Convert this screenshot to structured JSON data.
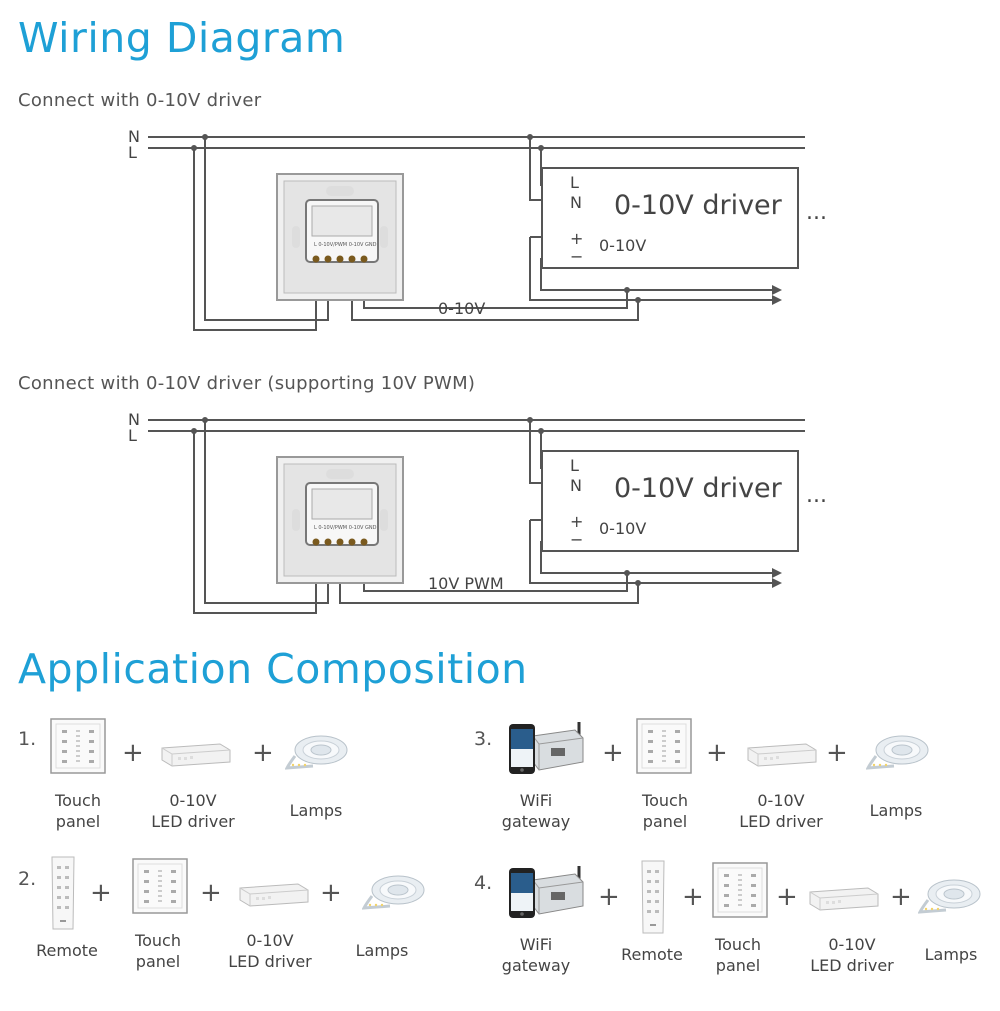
{
  "wiring": {
    "title": "Wiring Diagram",
    "diagrams": [
      {
        "subtitle": "Connect with 0-10V driver",
        "line_n": "N",
        "line_l": "L",
        "driver_label": "0-10V driver",
        "driver_l": "L",
        "driver_n": "N",
        "driver_plus": "+",
        "driver_minus": "−",
        "driver_signal": "0-10V",
        "ellipsis": "...",
        "wire_label": "0-10V",
        "panel_terminals": "L  0-10V/PWM  0-10V GND"
      },
      {
        "subtitle": "Connect with 0-10V driver (supporting 10V PWM)",
        "line_n": "N",
        "line_l": "L",
        "driver_label": "0-10V driver",
        "driver_l": "L",
        "driver_n": "N",
        "driver_plus": "+",
        "driver_minus": "−",
        "driver_signal": "0-10V",
        "ellipsis": "...",
        "wire_label": "10V PWM",
        "panel_terminals": "L  0-10V/PWM  0-10V GND"
      }
    ]
  },
  "application": {
    "title": "Application Composition",
    "plus": "+",
    "compositions": [
      {
        "number": "1.",
        "items": [
          {
            "icon": "touch-panel",
            "label": "Touch\npanel"
          },
          {
            "icon": "led-driver",
            "label": "0-10V\nLED driver"
          },
          {
            "icon": "lamps",
            "label": "Lamps"
          }
        ]
      },
      {
        "number": "2.",
        "items": [
          {
            "icon": "remote",
            "label": "Remote"
          },
          {
            "icon": "touch-panel",
            "label": "Touch\npanel"
          },
          {
            "icon": "led-driver",
            "label": "0-10V\nLED driver"
          },
          {
            "icon": "lamps",
            "label": "Lamps"
          }
        ]
      },
      {
        "number": "3.",
        "items": [
          {
            "icon": "wifi-gateway",
            "label": "WiFi\ngateway"
          },
          {
            "icon": "touch-panel",
            "label": "Touch\npanel"
          },
          {
            "icon": "led-driver",
            "label": "0-10V\nLED driver"
          },
          {
            "icon": "lamps",
            "label": "Lamps"
          }
        ]
      },
      {
        "number": "4.",
        "items": [
          {
            "icon": "wifi-gateway",
            "label": "WiFi\ngateway"
          },
          {
            "icon": "remote",
            "label": "Remote"
          },
          {
            "icon": "touch-panel",
            "label": "Touch\npanel"
          },
          {
            "icon": "led-driver",
            "label": "0-10V\nLED driver"
          },
          {
            "icon": "lamps",
            "label": "Lamps"
          }
        ]
      }
    ]
  }
}
